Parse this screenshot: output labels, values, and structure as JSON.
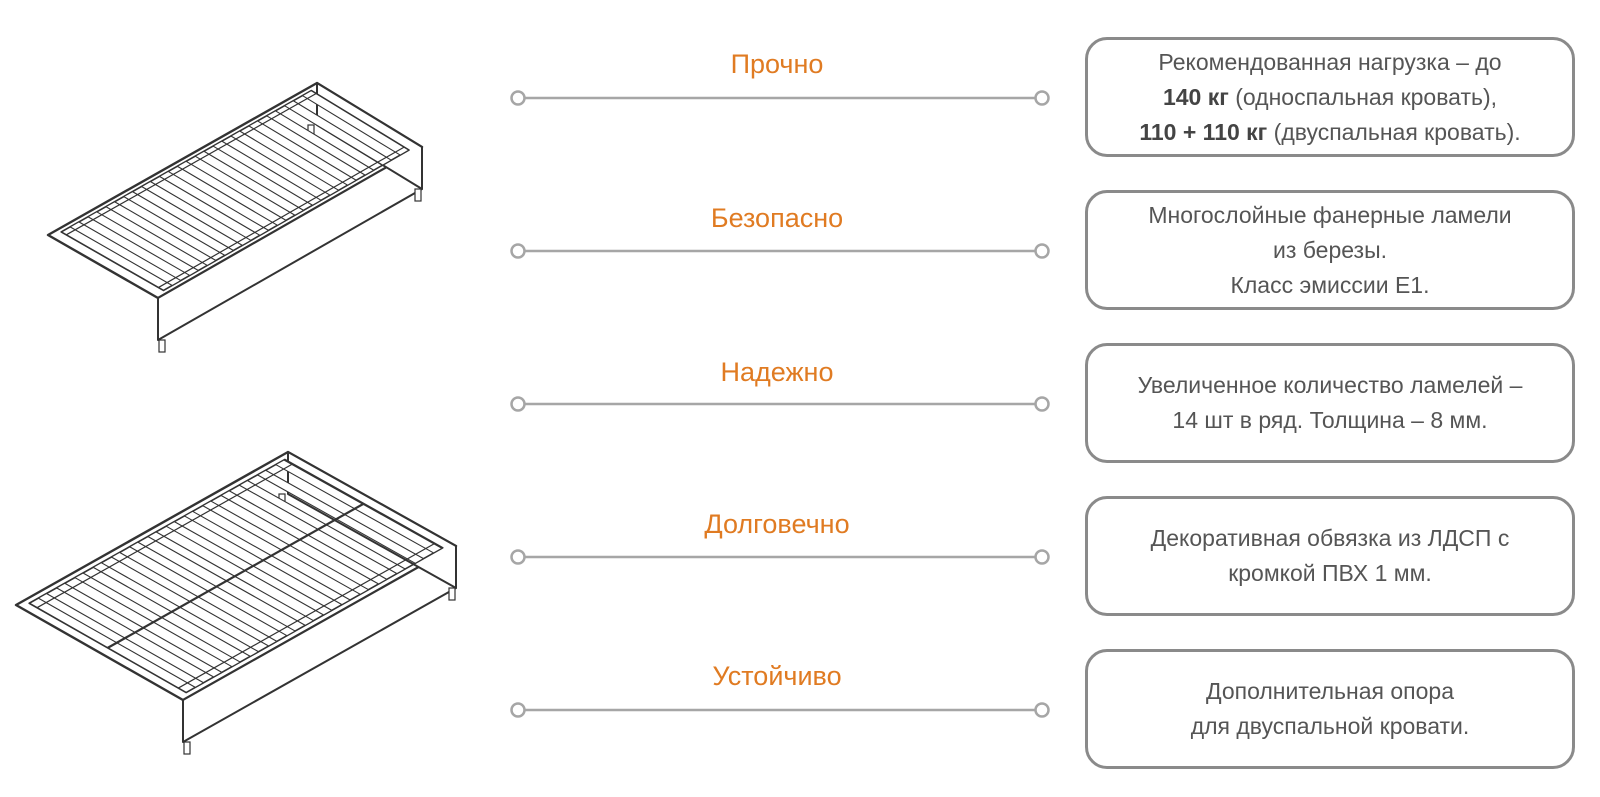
{
  "colors": {
    "accent": "#e07b22",
    "text": "#555555",
    "border": "#8a8a8a",
    "line": "#a6a6a6",
    "drawing": "#333333"
  },
  "illustrations": [
    {
      "name": "single-bed-icon"
    },
    {
      "name": "double-bed-icon"
    }
  ],
  "features": [
    {
      "title": "Прочно",
      "lines": [
        {
          "strong": "",
          "text": "Рекомендованная нагрузка – до"
        },
        {
          "strong": "140 кг",
          "text": " (односпальная кровать),"
        },
        {
          "strong": "110 + 110 кг",
          "text": " (двуспальная кровать)."
        }
      ]
    },
    {
      "title": "Безопасно",
      "lines": [
        {
          "strong": "",
          "text": "Многослойные фанерные ламели"
        },
        {
          "strong": "",
          "text": "из березы."
        },
        {
          "strong": "",
          "text": "Класс эмиссии Е1."
        }
      ]
    },
    {
      "title": "Надежно",
      "lines": [
        {
          "strong": "",
          "text": "Увеличенное количество ламелей –"
        },
        {
          "strong": "",
          "text": "14 шт в ряд. Толщина – 8 мм."
        }
      ]
    },
    {
      "title": "Долговечно",
      "lines": [
        {
          "strong": "",
          "text": "Декоративная обвязка из ЛДСП с"
        },
        {
          "strong": "",
          "text": "кромкой ПВХ 1 мм."
        }
      ]
    },
    {
      "title": "Устойчиво",
      "lines": [
        {
          "strong": "",
          "text": "Дополнительная опора"
        },
        {
          "strong": "",
          "text": "для двуспальной кровати."
        }
      ]
    }
  ]
}
